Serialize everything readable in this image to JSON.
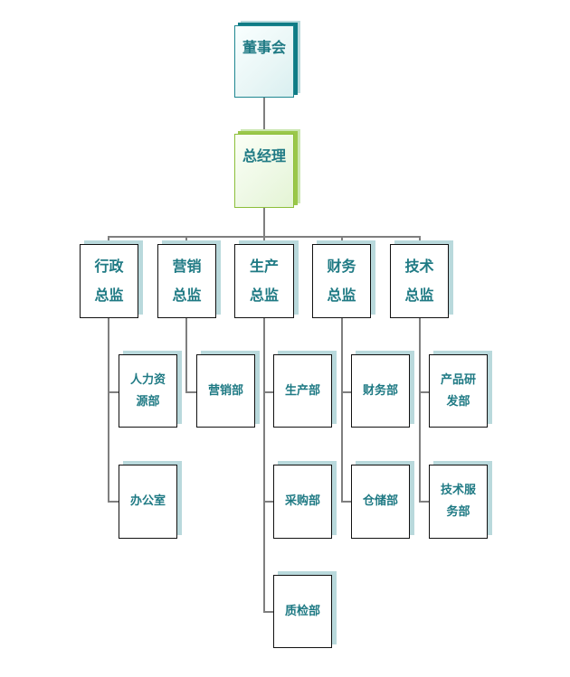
{
  "board": {
    "label": "董事会"
  },
  "general_manager": {
    "label": "总经理"
  },
  "directors": [
    {
      "line1": "行政",
      "line2": "总监"
    },
    {
      "line1": "营销",
      "line2": "总监"
    },
    {
      "line1": "生产",
      "line2": "总监"
    },
    {
      "line1": "财务",
      "line2": "总监"
    },
    {
      "line1": "技术",
      "line2": "总监"
    }
  ],
  "departments": {
    "admin": [
      {
        "line1": "人力资",
        "line2": "源部"
      },
      {
        "line1": "办公室",
        "line2": ""
      }
    ],
    "marketing": [
      {
        "line1": "营销部",
        "line2": ""
      }
    ],
    "production": [
      {
        "line1": "生产部",
        "line2": ""
      },
      {
        "line1": "采购部",
        "line2": ""
      },
      {
        "line1": "质检部",
        "line2": ""
      }
    ],
    "finance": [
      {
        "line1": "财务部",
        "line2": ""
      },
      {
        "line1": "仓储部",
        "line2": ""
      }
    ],
    "technology": [
      {
        "line1": "产品研",
        "line2": "发部"
      },
      {
        "line1": "技术服",
        "line2": "务部"
      }
    ]
  }
}
